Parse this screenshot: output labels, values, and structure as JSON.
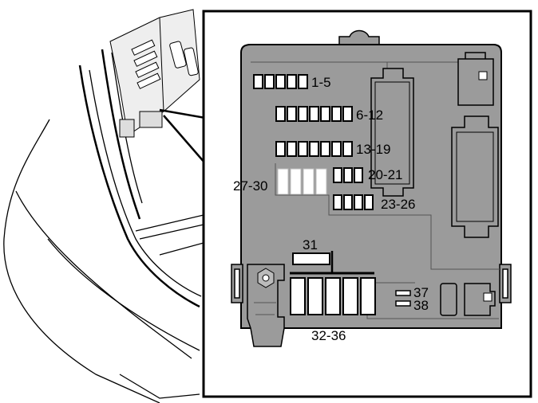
{
  "labels": {
    "fuses_1_5": "1-5",
    "fuses_6_12": "6-12",
    "fuses_13_19": "13-19",
    "fuses_20_21": "20-21",
    "fuses_23_26": "23-26",
    "fuses_27_30": "27-30",
    "fuse_31": "31",
    "fuses_32_36": "32-36",
    "fuse_37": "37",
    "fuse_38": "38"
  },
  "colors": {
    "box_fill": "#9b9b9b",
    "line": "#000000",
    "fuse_fill": "#ffffff",
    "background": "#ffffff"
  }
}
